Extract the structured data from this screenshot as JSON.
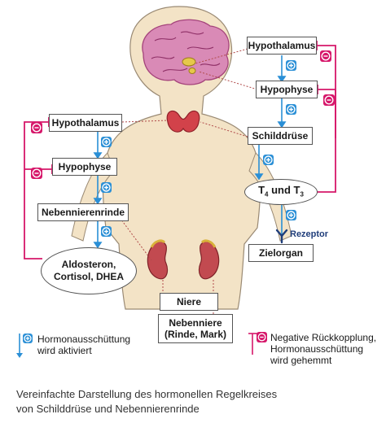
{
  "colors": {
    "activation": "#2a8fd6",
    "inhibition": "#d6176a",
    "box_border": "#555555",
    "skin": "#f3e3c6"
  },
  "boxes": {
    "hypothalamus_right": "Hypothalamus",
    "hypophyse_right": "Hypophyse",
    "schilddruese": "Schilddrüse",
    "t4_t3": {
      "t4": "T",
      "sub4": "4",
      "und": " und ",
      "t3": "T",
      "sub3": "3"
    },
    "zielorgan": "Zielorgan",
    "rezeptor": "Rezeptor",
    "hypothalamus_left": "Hypothalamus",
    "hypophyse_left": "Hypophyse",
    "nebennierenrinde": "Nebennierenrinde",
    "hormones": [
      "Aldosteron,",
      "Cortisol, DHEA"
    ],
    "niere": "Niere",
    "nebenniere": [
      "Nebenniere",
      "(Rinde, Mark)"
    ]
  },
  "legend": {
    "activation": [
      "Hormonausschüttung",
      "wird aktiviert"
    ],
    "inhibition": [
      "Negative Rückkopplung,",
      "Hormonausschüttung",
      "wird gehemmt"
    ]
  },
  "caption": [
    "Vereinfachte Darstellung des hormonellen Regelkreises",
    "von Schilddrüse und Nebennierenrinde"
  ]
}
